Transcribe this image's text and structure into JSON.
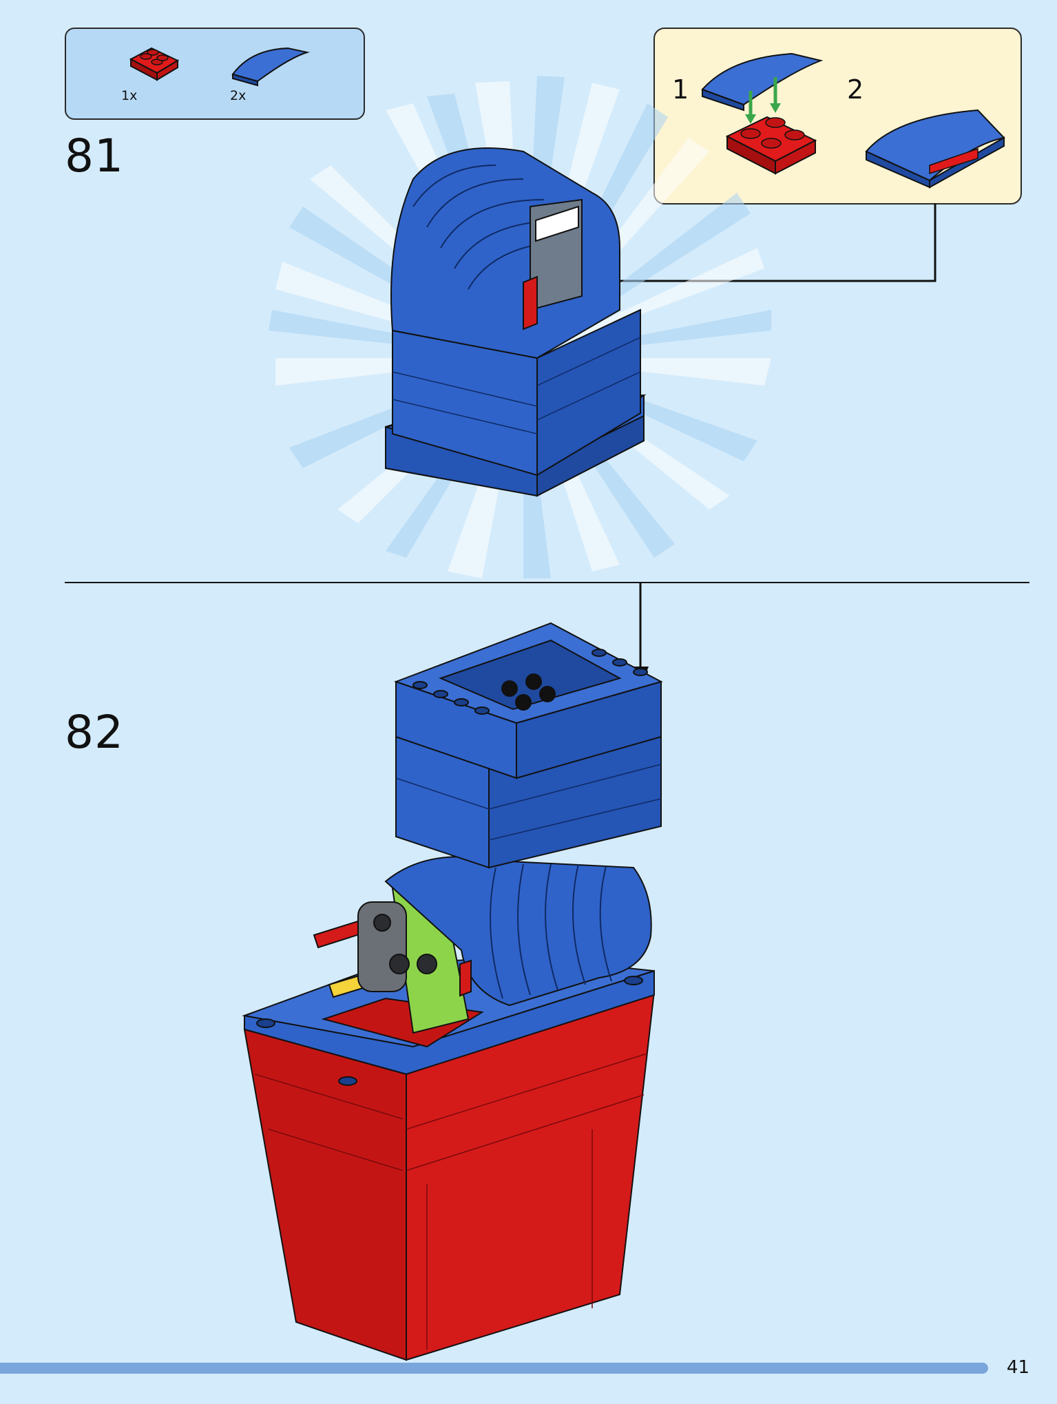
{
  "parts_list": {
    "items": [
      {
        "icon": "red-2x2-plate-icon",
        "qty": "1x"
      },
      {
        "icon": "blue-curved-slope-icon",
        "qty": "2x"
      }
    ]
  },
  "steps": [
    {
      "number": "81"
    },
    {
      "number": "82"
    }
  ],
  "sub_assembly": {
    "steps": [
      "1",
      "2"
    ]
  },
  "page": {
    "number": "41"
  },
  "colors": {
    "background": "#d4ebfb",
    "brick_blue": "#2f63c9",
    "brick_red": "#d51a1a",
    "arrow_green": "#3aa64a",
    "page_bar": "#7aa6dc"
  }
}
